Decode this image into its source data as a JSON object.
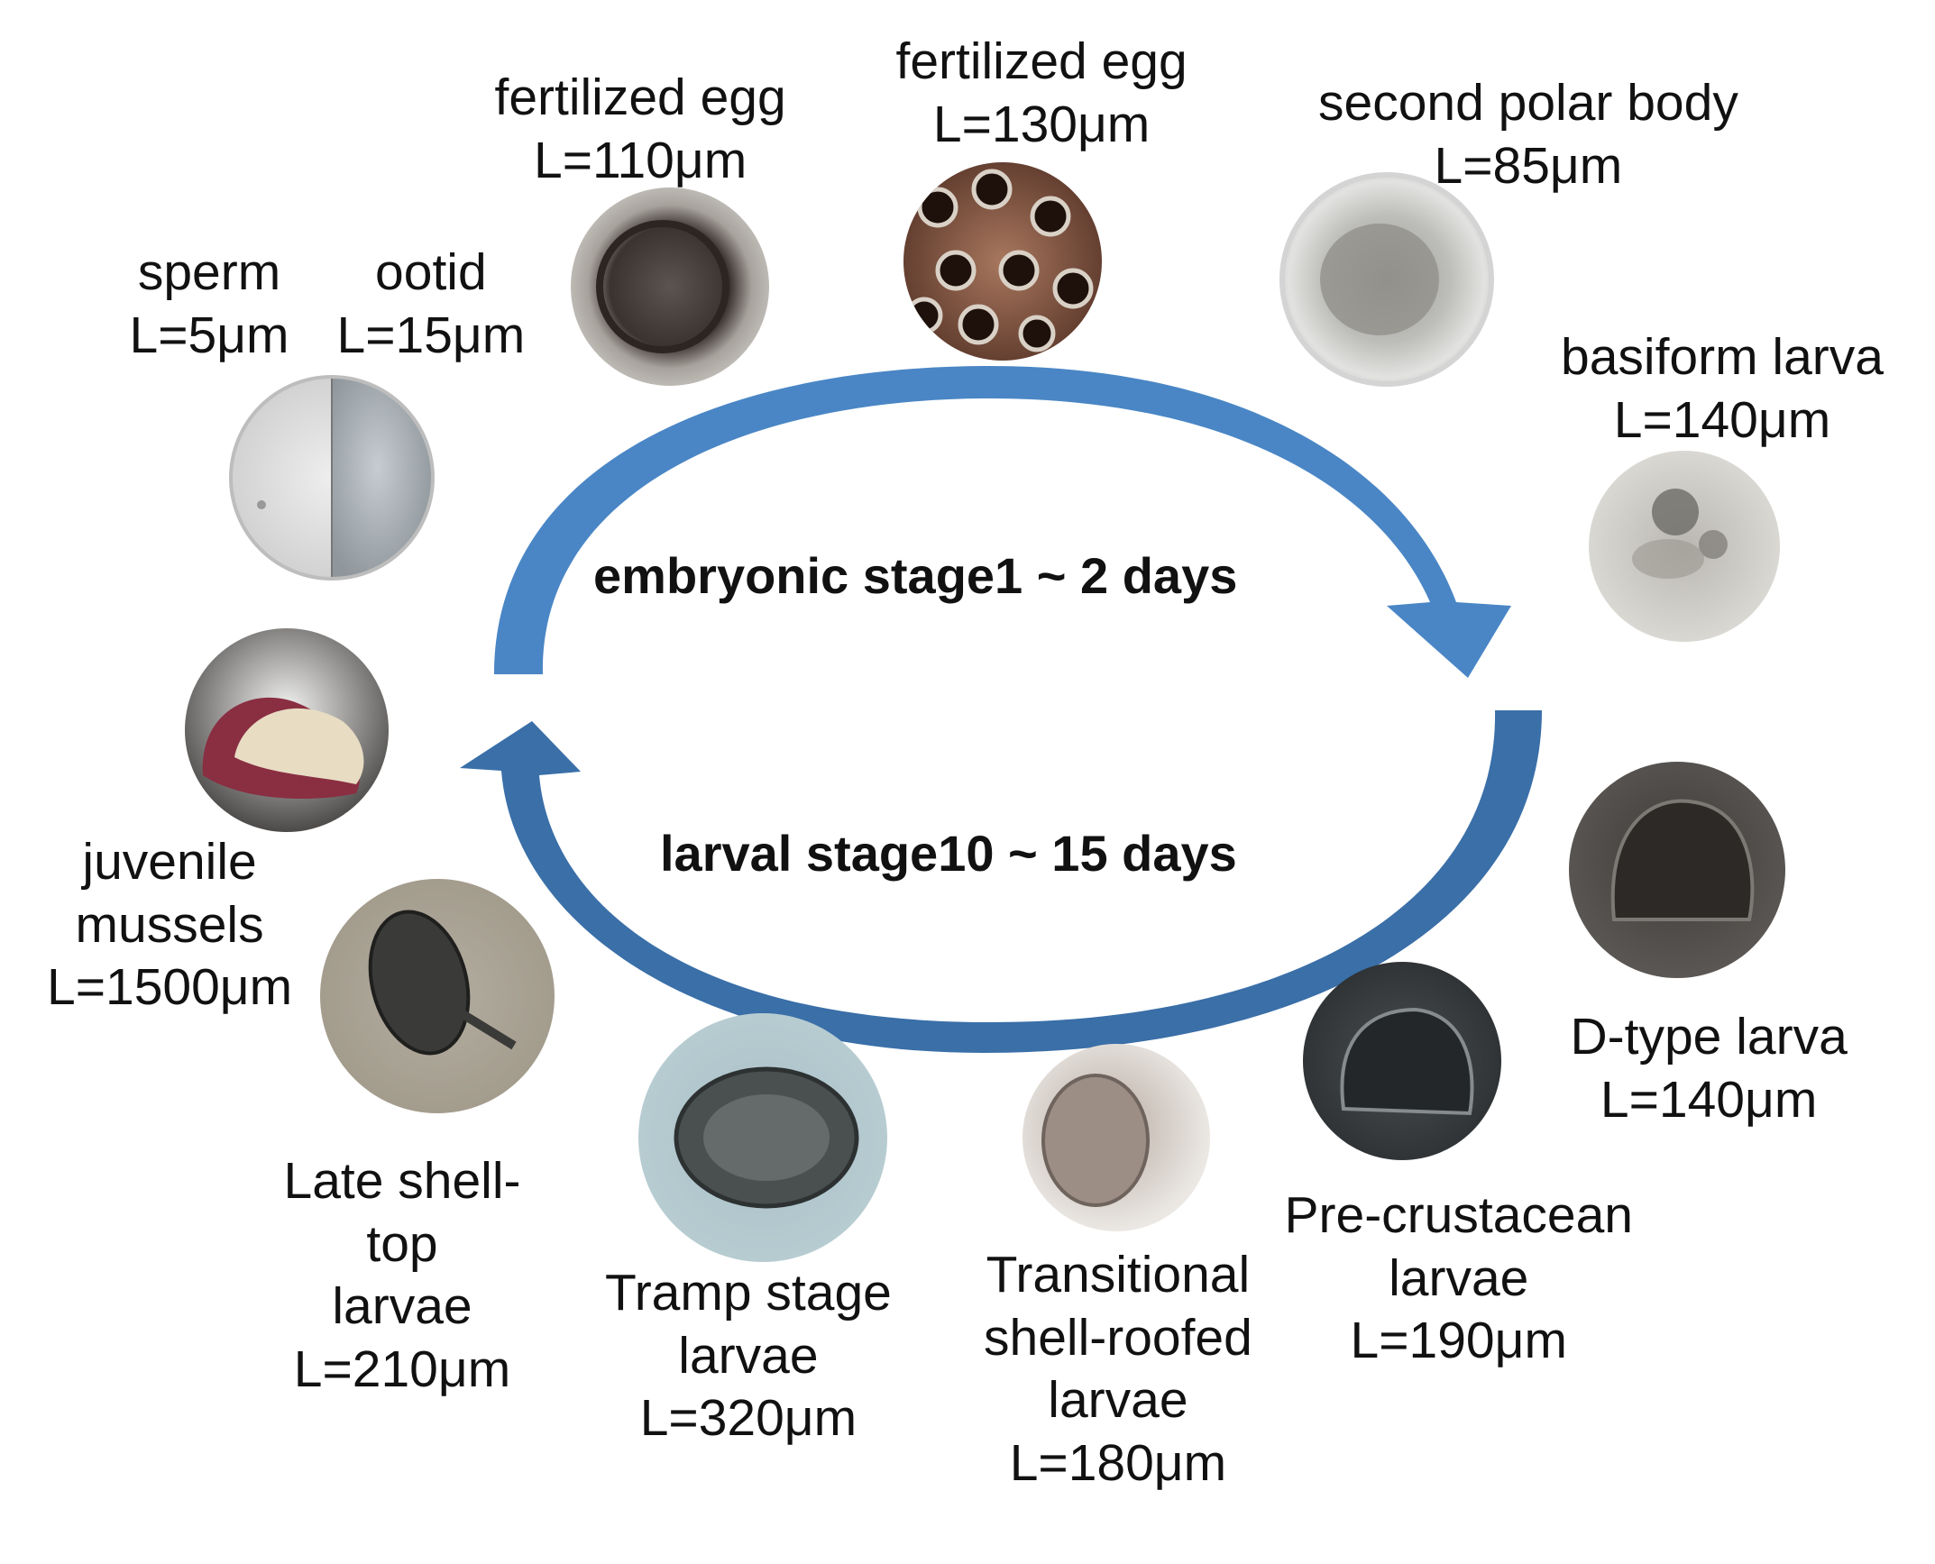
{
  "cycle": {
    "embryonic_label": "embryonic stage1 ~ 2 days",
    "larval_label": "larval stage10 ~ 15 days",
    "arrow_color": "#4a86c5",
    "arrow_color_dark": "#3a6fa8"
  },
  "stages": [
    {
      "id": "sperm",
      "lines": [
        "sperm",
        "L=5μm"
      ]
    },
    {
      "id": "ootid",
      "lines": [
        "ootid",
        "L=15μm"
      ]
    },
    {
      "id": "fertilized-egg-110",
      "lines": [
        "fertilized egg",
        "L=110μm"
      ]
    },
    {
      "id": "fertilized-egg-130",
      "lines": [
        "fertilized egg",
        "L=130μm"
      ]
    },
    {
      "id": "second-polar-body",
      "lines": [
        "second polar body",
        "L=85μm"
      ]
    },
    {
      "id": "basiform-larva",
      "lines": [
        "basiform larva",
        "L=140μm"
      ]
    },
    {
      "id": "d-type-larva",
      "lines": [
        "D-type larva",
        "L=140μm"
      ]
    },
    {
      "id": "pre-crustacean-larvae",
      "lines": [
        "Pre-crustacean",
        "larvae",
        "L=190μm"
      ]
    },
    {
      "id": "transitional-shell-roofed-larvae",
      "lines": [
        "Transitional",
        "shell-roofed",
        "larvae",
        "L=180μm"
      ]
    },
    {
      "id": "tramp-stage-larvae",
      "lines": [
        "Tramp stage",
        "larvae",
        "L=320μm"
      ]
    },
    {
      "id": "late-shell-top-larvae",
      "lines": [
        "Late shell-",
        "top",
        "larvae",
        "L=210μm"
      ]
    },
    {
      "id": "juvenile-mussels",
      "lines": [
        "juvenile",
        "mussels",
        "L=1500μm"
      ]
    }
  ]
}
